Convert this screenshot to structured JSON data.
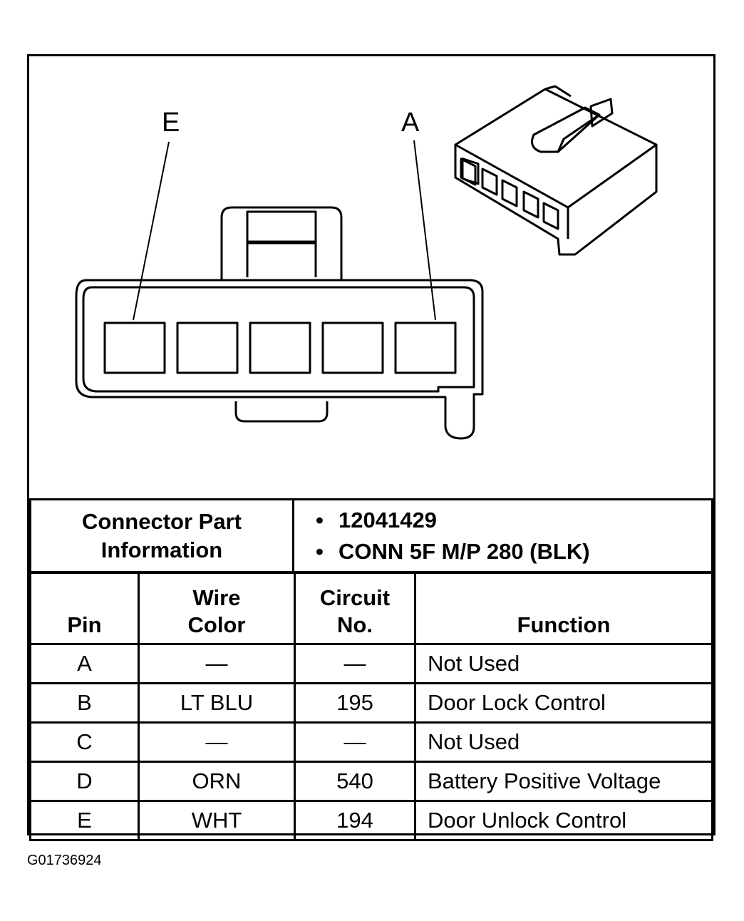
{
  "callouts": {
    "left": "E",
    "right": "A"
  },
  "connector_info": {
    "label": [
      "Connector Part",
      "Information"
    ],
    "values": [
      "12041429",
      "CONN 5F M/P 280 (BLK)"
    ]
  },
  "pin_table": {
    "headers": {
      "pin": "Pin",
      "wire_color": [
        "Wire",
        "Color"
      ],
      "circuit": [
        "Circuit",
        "No."
      ],
      "function": "Function"
    },
    "rows": [
      {
        "pin": "A",
        "wire_color": "—",
        "circuit": "—",
        "function": "Not Used"
      },
      {
        "pin": "B",
        "wire_color": "LT BLU",
        "circuit": "195",
        "function": "Door Lock Control"
      },
      {
        "pin": "C",
        "wire_color": "—",
        "circuit": "—",
        "function": "Not Used"
      },
      {
        "pin": "D",
        "wire_color": "ORN",
        "circuit": "540",
        "function": "Battery Positive Voltage"
      },
      {
        "pin": "E",
        "wire_color": "WHT",
        "circuit": "194",
        "function": "Door Unlock Control"
      }
    ]
  },
  "figure_id": "G01736924"
}
